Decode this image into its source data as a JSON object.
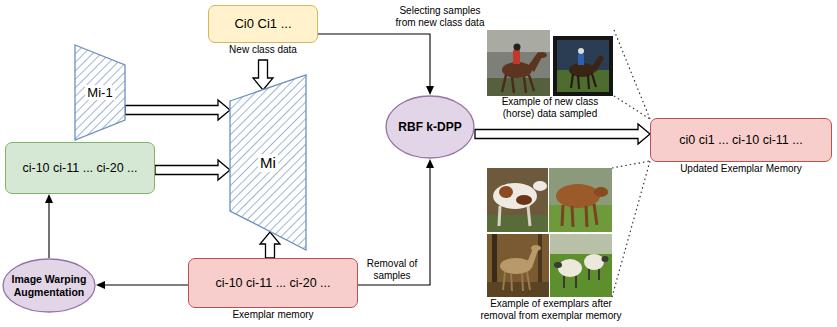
{
  "diagram": {
    "nodes": [
      {
        "text": [
          "Ci0 Ci1 ...",
          "New class data"
        ]
      },
      {
        "text": [
          "Mi-1"
        ]
      },
      {
        "text": [
          "Mi"
        ]
      },
      {
        "text": [
          "ci-10 ci-11 ... ci-20 ..."
        ]
      },
      {
        "text": [
          "RBF k-DPP"
        ]
      },
      {
        "text": [
          "ci0 ci1 ... ci-10 ci-11 ...",
          "Updated Exemplar Memory"
        ]
      },
      {
        "text": [
          "Image Warping Augmentation"
        ]
      },
      {
        "text": [
          "ci-10 ci-11 ... ci-20 ...",
          "Exemplar memory"
        ]
      }
    ],
    "edges": [
      {
        "from": 1,
        "to": 2,
        "arrow": "to"
      },
      {
        "from": 0,
        "to": 2,
        "arrow": "to"
      },
      {
        "from": 3,
        "to": 2,
        "arrow": "to"
      },
      {
        "from": 7,
        "to": 2,
        "arrow": "to"
      },
      {
        "from": 7,
        "to": 6,
        "arrow": "to"
      },
      {
        "from": 6,
        "to": 3,
        "arrow": "to"
      },
      {
        "from": 0,
        "to": 4,
        "arrow": "to",
        "label": "Selecting samples from new class data"
      },
      {
        "from": 7,
        "to": 4,
        "arrow": "to",
        "label": "Removal of samples"
      },
      {
        "from": 4,
        "to": 5,
        "arrow": "to"
      }
    ],
    "labels": [
      "Example of new class (horse) data sampled",
      "Example of exemplars after removal from exemplar memory"
    ]
  }
}
